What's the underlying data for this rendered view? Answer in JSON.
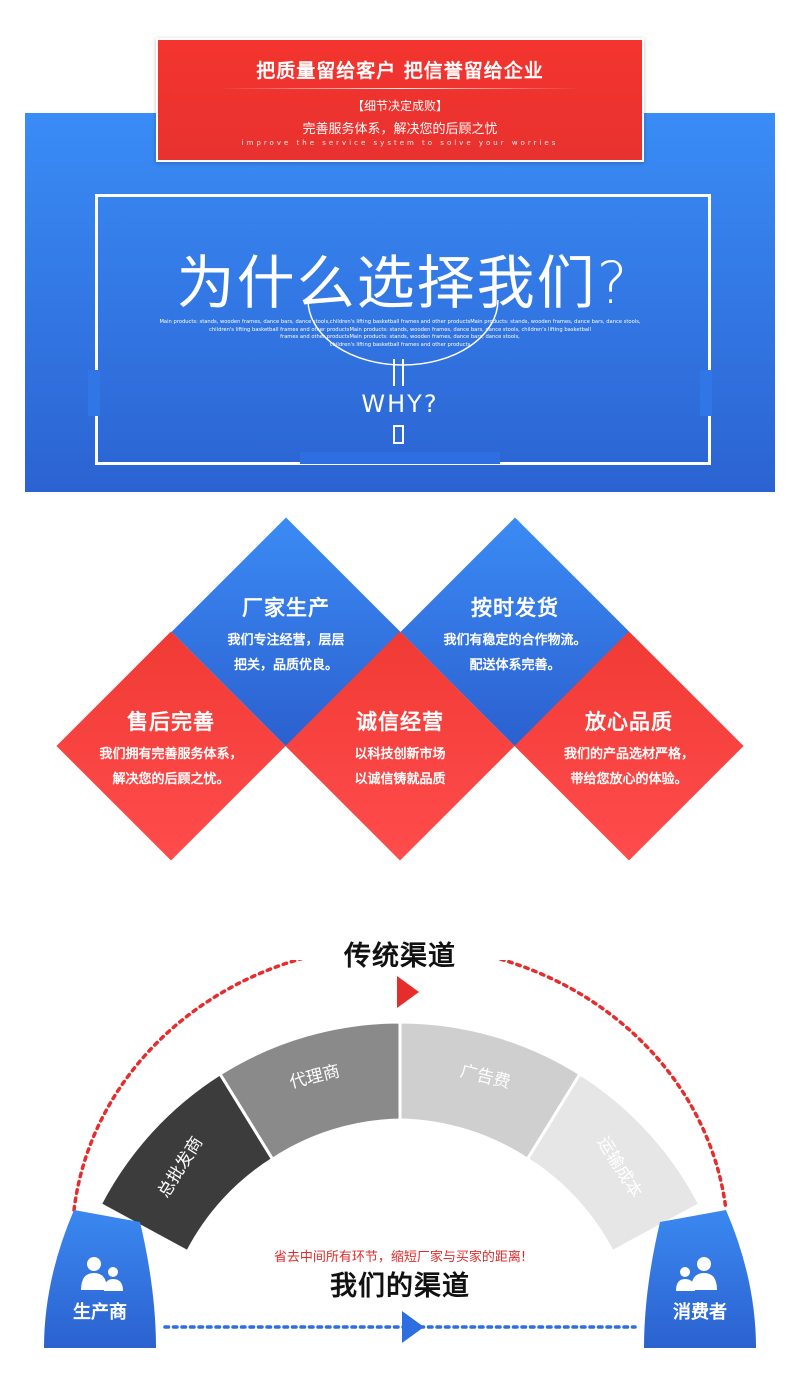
{
  "banner": {
    "title": "把质量留给客户 把信誉留给企业",
    "subtitle1": "【细节决定成败】",
    "subtitle2": "完善服务体系，解决您的后顾之忧",
    "subtitle_en": "improve the service system to solve your worries"
  },
  "hero": {
    "title": "为什么选择我们?",
    "small_text_lines": [
      "Main products: stands, wooden frames, dance bars, dance stools,children's lifting basketball frames and other productsMain products: stands, wooden frames, dance bars, dance stools,",
      "children's lifting basketball frames and other productsMain products: stands, wooden frames, dance bars, dance stools, children's lifting basketball",
      "frames and other productsMain products: stands, wooden frames, dance bars, dance stools,",
      "children's lifting basketball frames and other products"
    ],
    "why": "WHY?"
  },
  "features": [
    {
      "title": "厂家生产",
      "line1": "我们专注经营，层层",
      "line2": "把关，品质优良。"
    },
    {
      "title": "按时发货",
      "line1": "我们有稳定的合作物流。",
      "line2": "配送体系完善。"
    },
    {
      "title": "售后完善",
      "line1": "我们拥有完善服务体系，",
      "line2": "解决您的后顾之忧。"
    },
    {
      "title": "诚信经营",
      "line1": "以科技创新市场",
      "line2": "以诚信铸就品质"
    },
    {
      "title": "放心品质",
      "line1": "我们的产品选材严格，",
      "line2": "带给您放心的体验。"
    }
  ],
  "channels": {
    "traditional_title": "传统渠道",
    "segments": [
      "总批发商",
      "代理商",
      "广告费",
      "运输成本"
    ],
    "producer": "生产商",
    "consumer": "消费者",
    "slogan": "省去中间所有环节，缩短厂家与买家的距离!",
    "our_title": "我们的渠道",
    "colors": {
      "seg1": "#3c3c3c",
      "seg2": "#8a8a8a",
      "seg3": "#cfcfcf",
      "seg4": "#e6e6e6",
      "blue": "#2f6ee0",
      "red": "#e62d2d"
    }
  }
}
